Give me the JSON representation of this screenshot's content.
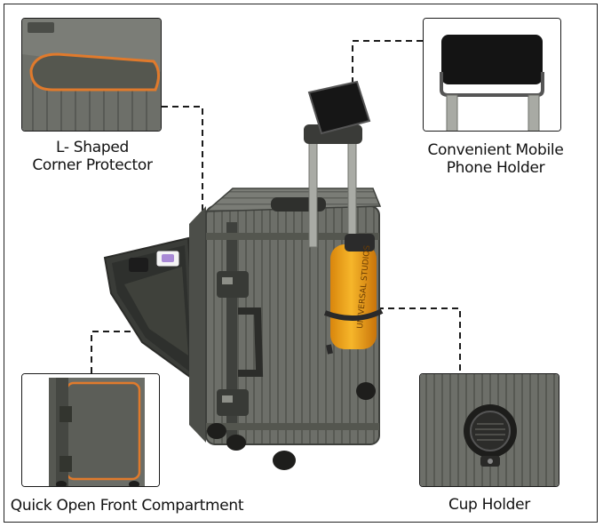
{
  "callouts": {
    "corner_protector": {
      "line1": "L- Shaped",
      "line2": "Corner Protector"
    },
    "phone_holder": {
      "line1": "Convenient Mobile",
      "line2": "Phone Holder"
    },
    "front_compartment": {
      "label": "Quick Open Front Compartment"
    },
    "cup_holder": {
      "label": "Cup Holder"
    }
  },
  "bottle_print": "UNIVERSAL STUDIOS",
  "colors": {
    "shell": "#6e7069",
    "shell_dark": "#4a4c47",
    "accent_orange": "#e07a2c",
    "bottle": "#f2a51a",
    "frame_line": "#222222"
  }
}
